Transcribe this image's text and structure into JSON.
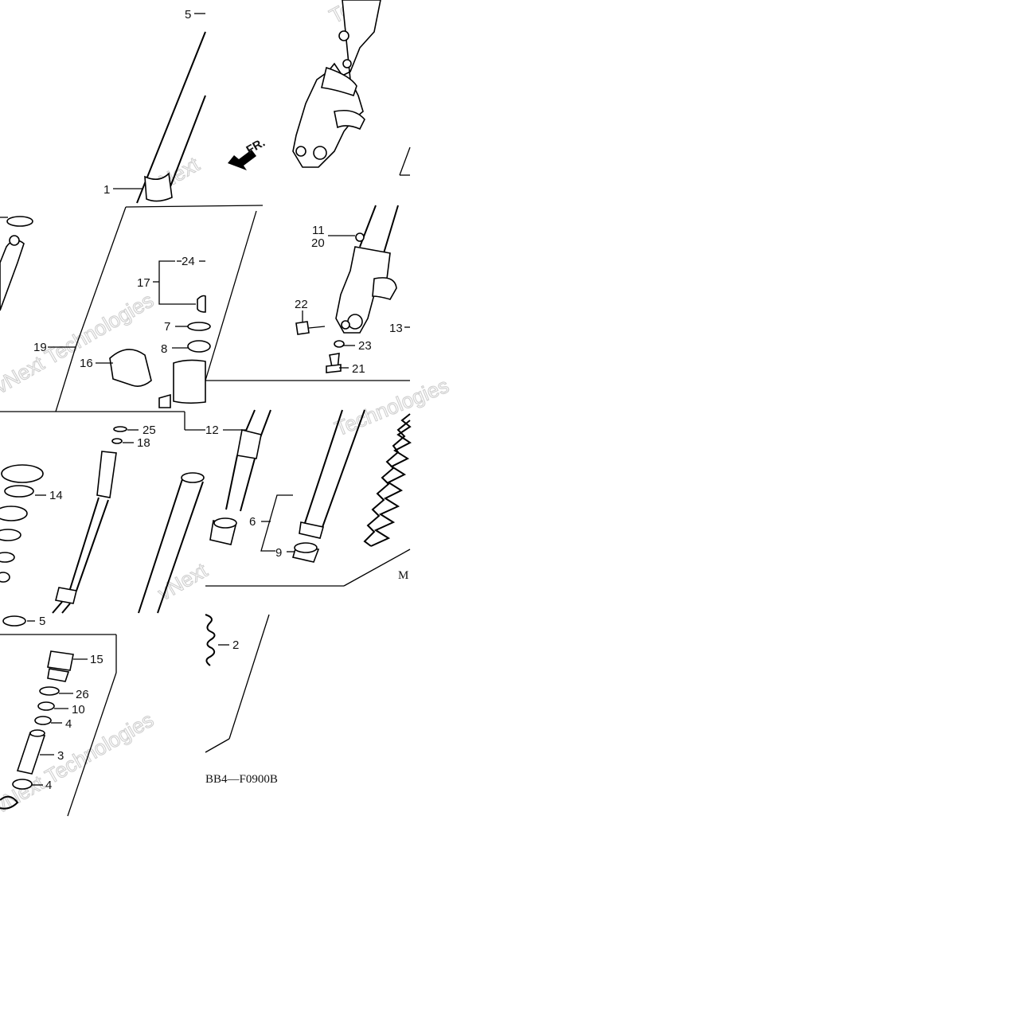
{
  "diagram": {
    "code": "BB4—F0900B",
    "direction_label": "FR.",
    "corner_label": "M",
    "watermark_a": "vNext Technologies",
    "watermark_b": "Technologies",
    "watermark_c": "vNext",
    "callouts": {
      "c1": "1",
      "c2": "2",
      "c3": "3",
      "c4a": "4",
      "c4b": "4",
      "c5a": "5",
      "c5b": "5",
      "c6": "6",
      "c7": "7",
      "c8": "8",
      "c9": "9",
      "c10": "10",
      "c11": "11",
      "c12": "12",
      "c13": "13",
      "c14": "14",
      "c15": "15",
      "c16": "16",
      "c17": "17",
      "c18": "18",
      "c19": "19",
      "c20": "20",
      "c21": "21",
      "c22": "22",
      "c23": "23",
      "c24": "24",
      "c25": "25",
      "c26": "26"
    },
    "colors": {
      "line": "#000000",
      "background": "#ffffff",
      "watermark": "#cfcfcf"
    }
  }
}
